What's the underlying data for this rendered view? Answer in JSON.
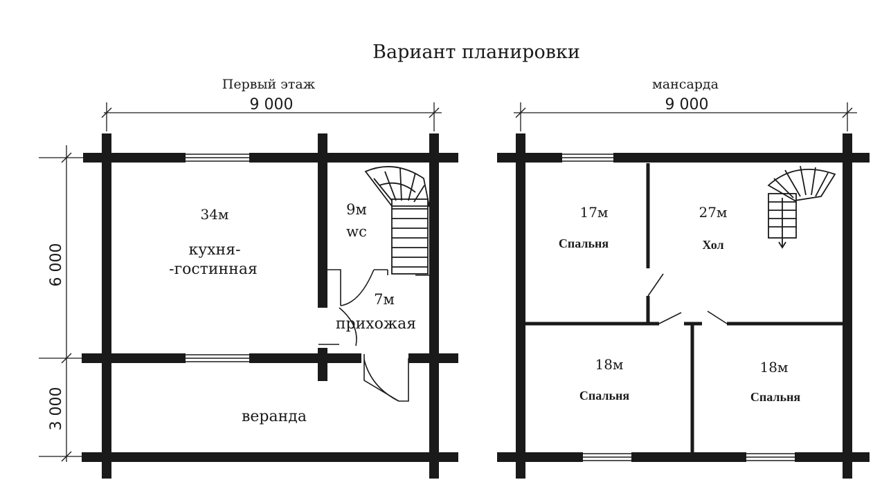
{
  "title": "Вариант планировки",
  "plans": {
    "ground": {
      "label": "Первый этаж",
      "width_dim": "9 000",
      "depth_dim_main": "6 000",
      "depth_dim_veranda": "3 000",
      "rooms": {
        "kitchen_area": "34м",
        "kitchen_name_1": "кухня-",
        "kitchen_name_2": "-гостинная",
        "wc_area": "9м",
        "wc_name": "wc",
        "hall_area": "7м",
        "hall_name": "прихожая",
        "veranda_name": "веранда"
      }
    },
    "attic": {
      "label": "мансарда",
      "width_dim": "9 000",
      "rooms": {
        "bed1_area": "17м",
        "bed1_name": "Спальня",
        "hall_area": "27м",
        "hall_name": "Хол",
        "bed2_area": "18м",
        "bed2_name": "Спальня",
        "bed3_area": "18м",
        "bed3_name": "Спальня"
      }
    }
  }
}
